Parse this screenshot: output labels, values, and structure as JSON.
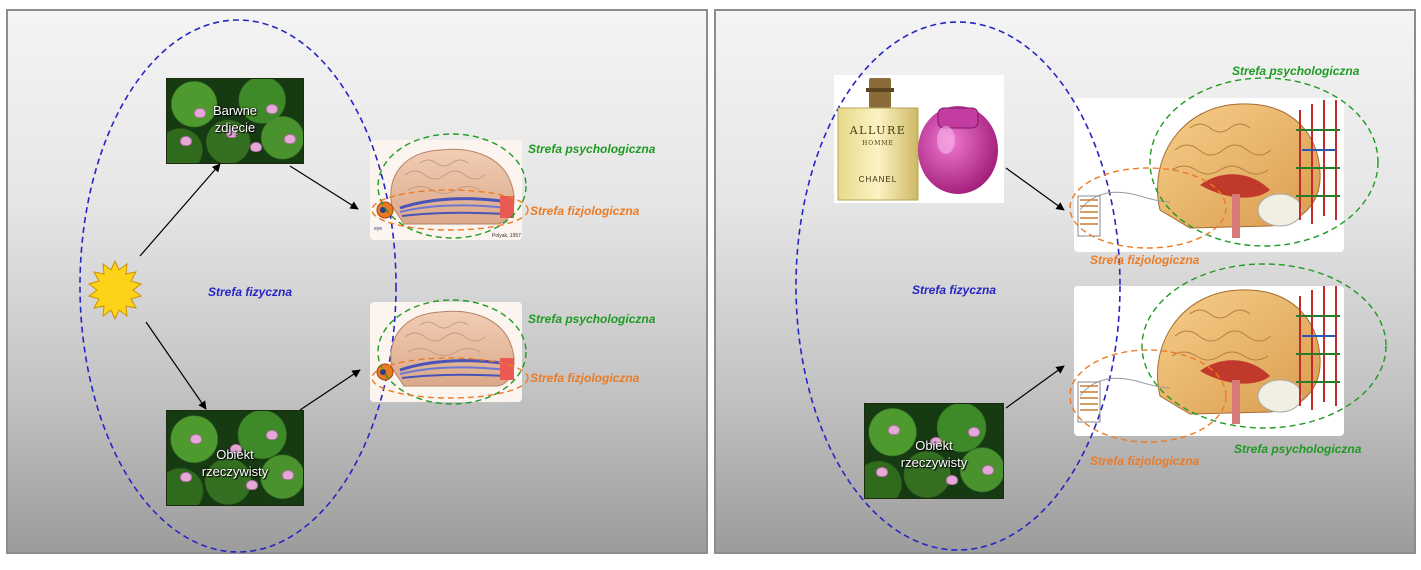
{
  "left_panel": {
    "photo_top_caption": [
      "Barwne",
      "zdjęcie"
    ],
    "photo_bottom_caption": [
      "Obiekt",
      "rzeczywisty"
    ],
    "label_psych_top": "Strefa  psychologiczna",
    "label_fiz_top": "Strefa fizjologiczna",
    "label_psych_bottom": "Strefa  psychologiczna",
    "label_fiz_bottom": "Strefa fizjologiczna",
    "label_physical": "Strefa fizyczna",
    "brain_eye_label": "eye",
    "brain_credit": "Polyak, 1957"
  },
  "right_panel": {
    "perfume_brand_line1": "ALLURE",
    "perfume_brand_line2": "HOMME",
    "perfume_brand_line3": "CHANEL",
    "label_psych_top": "Strefa  psychologiczna",
    "label_fiz_top": "Strefa fizjologiczna",
    "label_physical": "Strefa fizyczna",
    "label_psych_bottom": "Strefa  psychologiczna",
    "label_fiz_bottom": "Strefa fizjologiczna",
    "photo_caption": [
      "Obiekt",
      "rzeczywisty"
    ]
  },
  "colors": {
    "physical_zone": "#2626c2",
    "psychological_zone": "#1f9a22",
    "physiological_zone": "#ec7b26",
    "sun": "#ffd21a"
  }
}
